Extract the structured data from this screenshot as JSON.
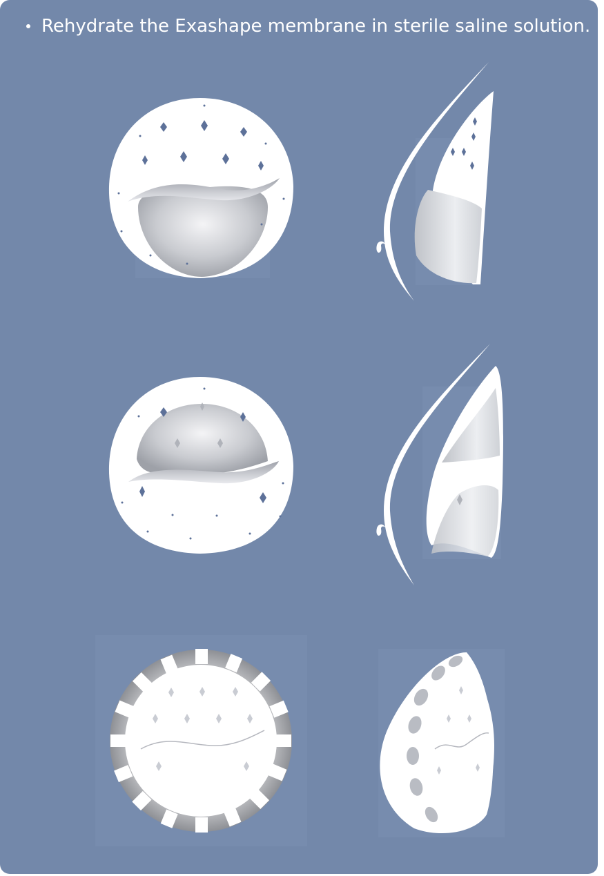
{
  "instruction": {
    "bullet": "•",
    "text": "Rehydrate the Exashape membrane in sterile saline solution."
  },
  "colors": {
    "background": "#7388aa",
    "membrane": "#ffffff",
    "implant_shade": "#b9bcc3",
    "perforation": "#5d7199"
  },
  "illustrations": [
    {
      "name": "front-view-membrane-lower-pocket"
    },
    {
      "name": "side-view-membrane-lower-pocket"
    },
    {
      "name": "front-view-membrane-upper-pocket"
    },
    {
      "name": "side-view-membrane-upper-pocket"
    },
    {
      "name": "front-view-flat-membrane-disc"
    },
    {
      "name": "side-view-membrane-cup"
    }
  ]
}
